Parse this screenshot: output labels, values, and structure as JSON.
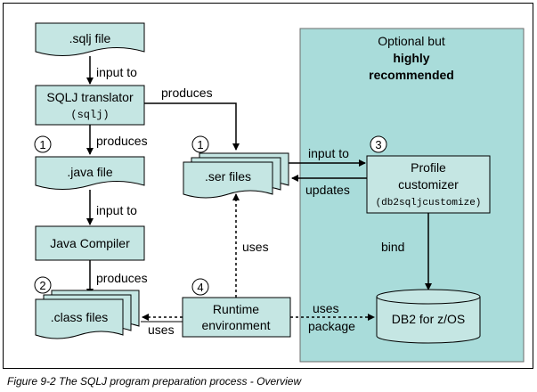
{
  "nodes": {
    "sqlj_file": ".sqlj file",
    "translator": "SQLJ translator",
    "translator_cmd": "(sqlj)",
    "java_file": ".java file",
    "compiler": "Java Compiler",
    "class_files": ".class files",
    "ser_files": ".ser files",
    "runtime_1": "Runtime",
    "runtime_2": "environment",
    "customizer_1": "Profile",
    "customizer_2": "customizer",
    "customizer_cmd": "(db2sqljcustomize)",
    "db2": "DB2 for z/OS"
  },
  "optional_panel": {
    "line1": "Optional but",
    "line2": "highly",
    "line3": "recommended"
  },
  "edges": {
    "input_to_1": "input to",
    "produces_1": "produces",
    "produces_2": "produces",
    "input_to_2": "input to",
    "produces_3": "produces",
    "input_to_3": "input to",
    "updates": "updates",
    "bind": "bind",
    "uses_1": "uses",
    "uses_2": "uses",
    "uses_package_1": "uses",
    "uses_package_2": "package"
  },
  "step_markers": {
    "java_step": "1",
    "ser_step": "1",
    "customizer_step": "3",
    "class_step": "2",
    "runtime_step": "4"
  },
  "caption": "Figure 9-2   The SQLJ program preparation process - Overview",
  "colors": {
    "node_fill": "#c5e6e3",
    "panel_fill": "#a9dcda",
    "stroke": "#000000"
  }
}
